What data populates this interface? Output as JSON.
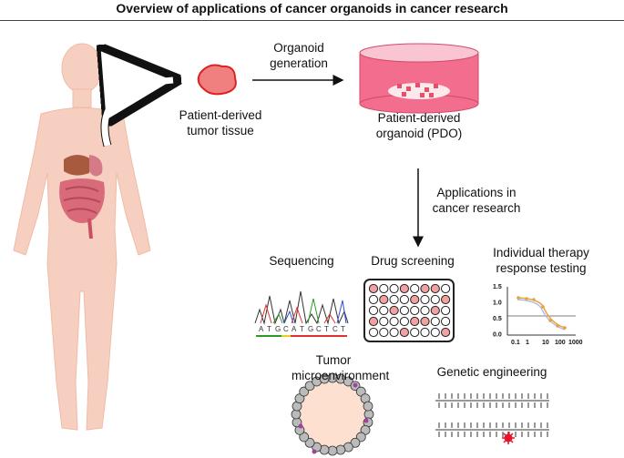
{
  "title": "Overview of applications of cancer organoids in cancer research",
  "labels": {
    "tissue": "Patient-derived tumor tissue",
    "organoid_generation": "Organoid generation",
    "pdo": "Patient-derived organoid (PDO)",
    "applications": "Applications in cancer research",
    "sequencing": "Sequencing",
    "drug_screening": "Drug screening",
    "therapy": "Individual therapy response testing",
    "tumor_micro": "Tumor microenvironment",
    "genetic": "Genetic engineering"
  },
  "sequence_letters": [
    "A",
    "T",
    "G",
    "C",
    "A",
    "T",
    "G",
    "C",
    "T",
    "C",
    "T"
  ],
  "mini_chart": {
    "y_ticks": [
      "1.5",
      "1.0",
      "0.5",
      "0.0"
    ],
    "x_ticks": [
      "0.1",
      "1",
      "10",
      "100",
      "1000"
    ]
  },
  "colors": {
    "skin": "#f7cfc0",
    "tissue": "#f08080",
    "dish": "#f26d8e",
    "well_fill": "#f2a0a0",
    "mutation": "#e8122a"
  }
}
